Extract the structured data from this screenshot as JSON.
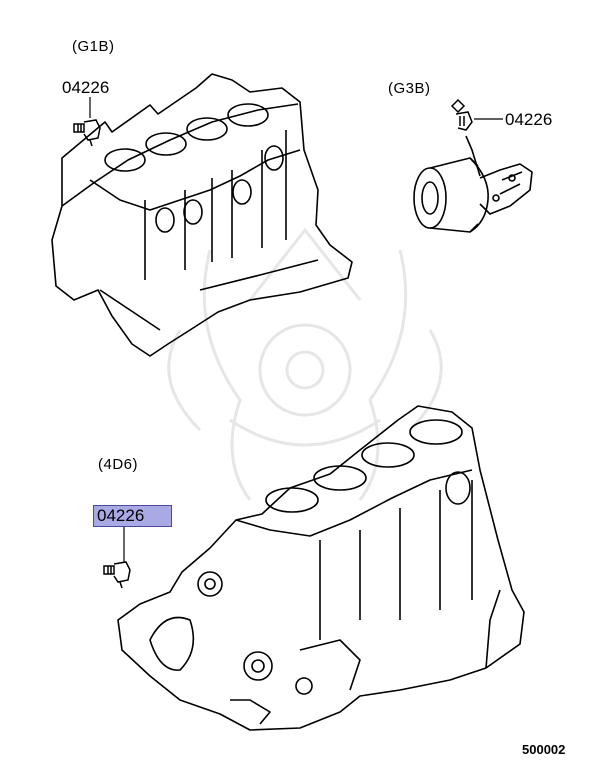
{
  "diagram": {
    "sections": [
      {
        "label": "(G1B)",
        "part_number": "04226"
      },
      {
        "label": "(G3B)",
        "part_number": "04226"
      },
      {
        "label": "(4D6)",
        "part_number": "04226",
        "highlighted": true
      }
    ],
    "figure_number": "500002",
    "colors": {
      "highlight_fill": "#a9a9e6",
      "highlight_border": "#4a4a9a",
      "line": "#000000",
      "watermark": "#e6e6e6"
    }
  }
}
